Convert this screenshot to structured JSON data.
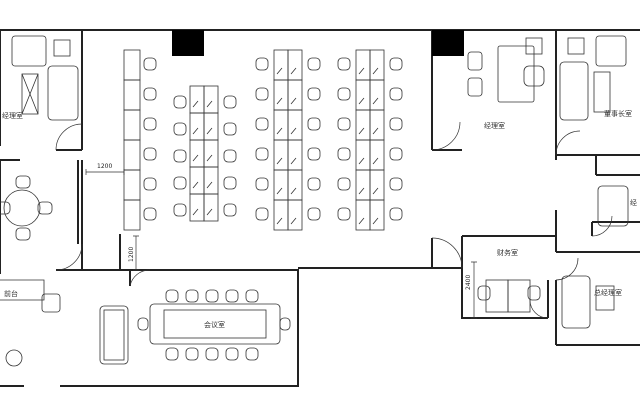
{
  "rooms": {
    "manager_office_1": "经理室",
    "manager_office_2": "经理室",
    "chairman_office": "董事长室",
    "finance_room": "财务室",
    "general_manager_office": "总经理室",
    "reception_desk": "前台",
    "meeting_room": "会议室",
    "right_edge_room": "经"
  },
  "dimensions": {
    "corridor_width_1": "1200",
    "corridor_width_2": "1200",
    "corridor_width_3": "2400"
  },
  "colors": {
    "line": "#333333",
    "wall": "#222222",
    "column": "#000000",
    "background": "#ffffff"
  }
}
